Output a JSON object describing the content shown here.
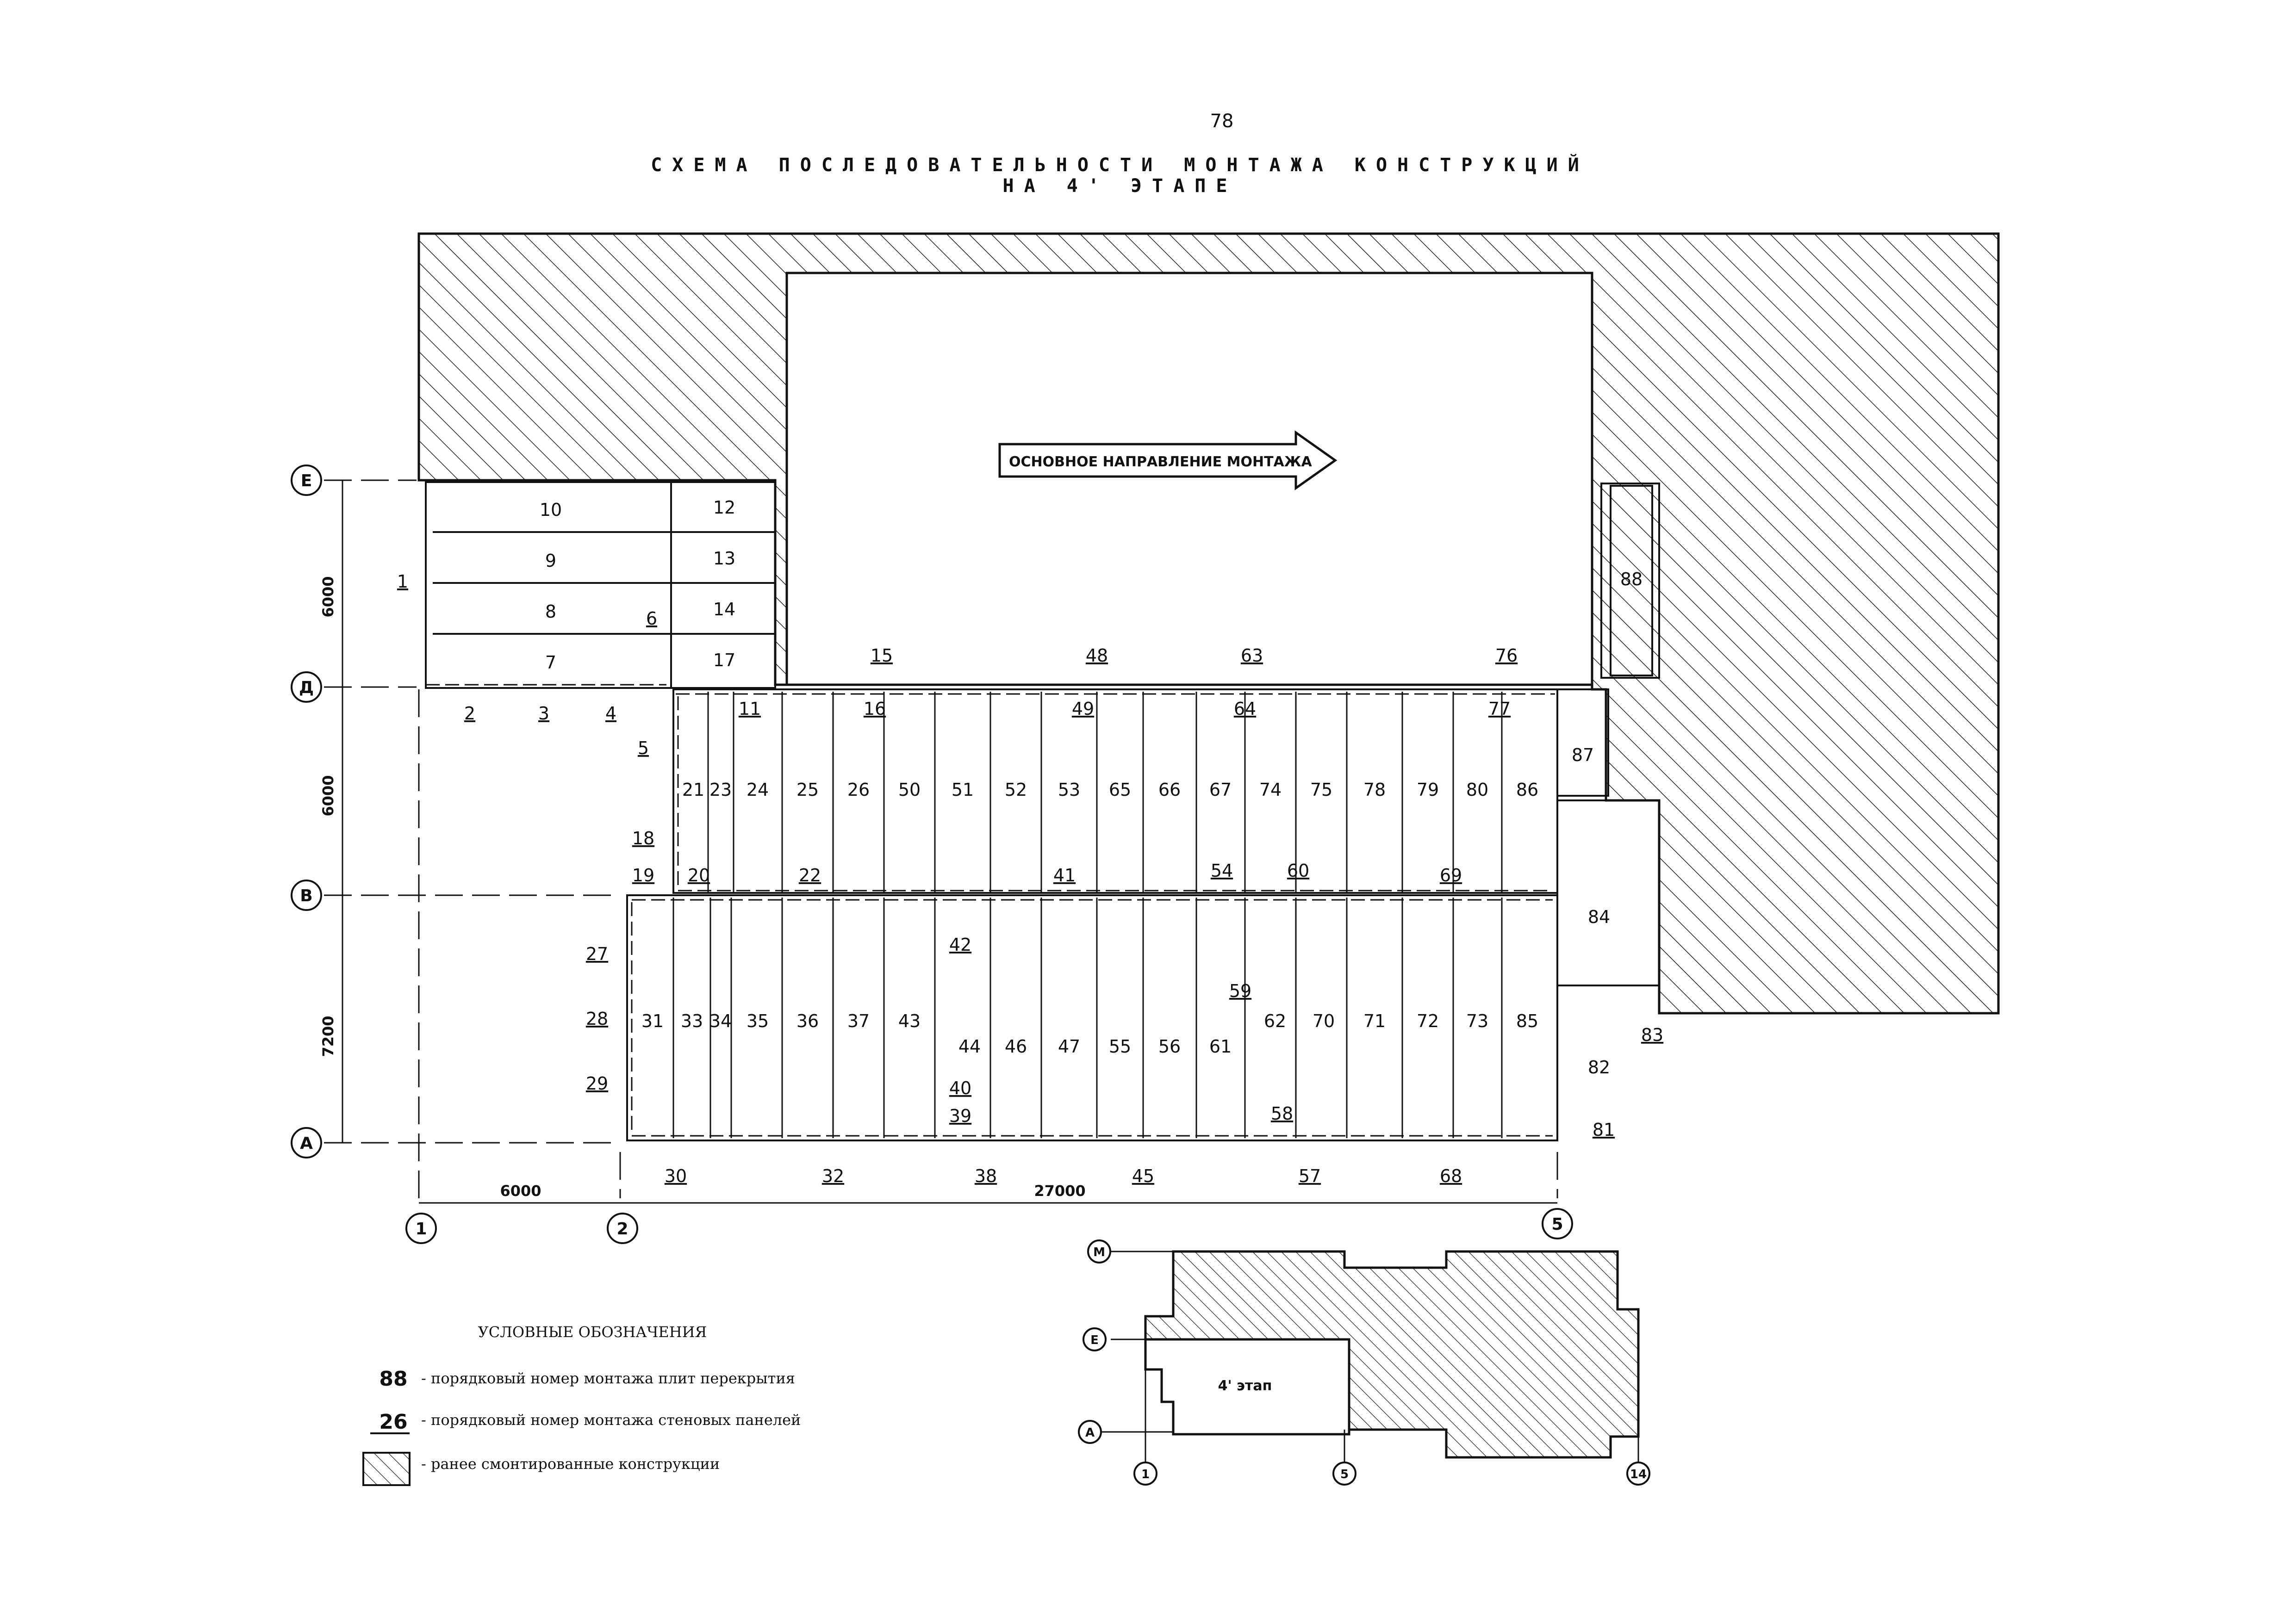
{
  "page_number": "78",
  "title_line1": "СХЕМА ПОСЛЕДОВАТЕЛЬНОСТИ МОНТАЖА КОНСТРУКЦИЙ",
  "title_line2": "НА 4' ЭТАПЕ",
  "direction_label": "ОСНОВНОЕ НАПРАВЛЕНИЕ МОНТАЖА",
  "axes": {
    "rows": [
      "Е",
      "Д",
      "В",
      "А"
    ],
    "cols": [
      "1",
      "2",
      "5"
    ]
  },
  "dimensions": {
    "vertical": [
      "6000",
      "6000",
      "7200"
    ],
    "horizontal": [
      "6000",
      "27000"
    ]
  },
  "slab_numbers": {
    "block1": [
      "10",
      "9",
      "8",
      "7"
    ],
    "block2": [
      "12",
      "13",
      "14",
      "17"
    ],
    "row_top": [
      "21",
      "23",
      "24",
      "25",
      "26",
      "50",
      "51",
      "52",
      "53",
      "65",
      "66",
      "67",
      "74",
      "75",
      "78",
      "79",
      "80",
      "86"
    ],
    "row_bottom": [
      "31",
      "33",
      "34",
      "35",
      "36",
      "37",
      "43",
      "44",
      "46",
      "47",
      "55",
      "56",
      "61",
      "62",
      "70",
      "71",
      "72",
      "73",
      "85"
    ],
    "extra": [
      "88",
      "87",
      "84",
      "82"
    ]
  },
  "wall_numbers": [
    "1",
    "2",
    "3",
    "4",
    "5",
    "6",
    "11",
    "15",
    "16",
    "18",
    "19",
    "20",
    "22",
    "27",
    "28",
    "29",
    "30",
    "32",
    "38",
    "39",
    "40",
    "41",
    "42",
    "45",
    "48",
    "49",
    "54",
    "57",
    "58",
    "59",
    "60",
    "63",
    "64",
    "68",
    "69",
    "76",
    "77",
    "81",
    "83"
  ],
  "legend": {
    "title": "УСЛОВНЫЕ ОБОЗНАЧЕНИЯ",
    "items": [
      {
        "symbol": "88",
        "text": "- порядковый номер монтажа плит перекрытия"
      },
      {
        "symbol": "26",
        "text": "- порядковый номер монтажа стеновых панелей"
      },
      {
        "symbol": "",
        "text": "- ранее смонтированные конструкции"
      }
    ]
  },
  "key_plan": {
    "stage_label": "4' этап",
    "rows": [
      "М",
      "Е",
      "А"
    ],
    "cols": [
      "1",
      "5",
      "14"
    ]
  }
}
